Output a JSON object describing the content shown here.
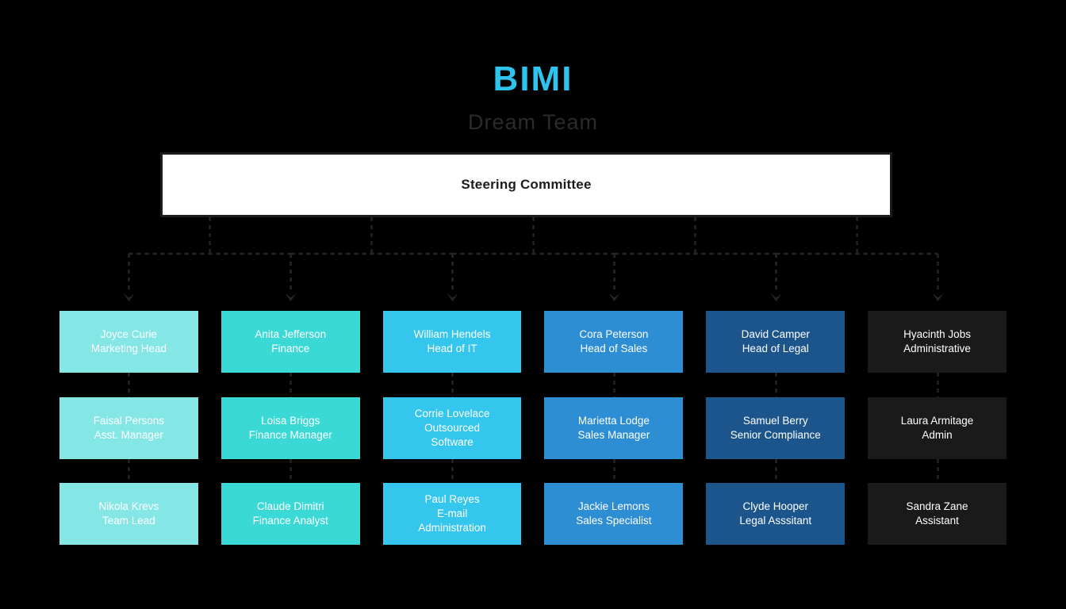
{
  "header": {
    "title": "BIMI",
    "subtitle": "Dream Team",
    "title_color": "#2ec4ef",
    "subtitle_color": "#2b2b2b"
  },
  "root": {
    "label": "Steering Committee",
    "background": "#ffffff",
    "border_color": "#1c1c1c",
    "text_color": "#1b1b1b"
  },
  "connector": {
    "color": "#262626",
    "style": "dashed",
    "arrow": "down-arrow"
  },
  "columns": [
    {
      "key": "marketing",
      "color": "#84e7e6",
      "cards": [
        {
          "name": "Joyce Curie",
          "lines": [
            "Joyce Curie",
            "Marketing Head"
          ]
        },
        {
          "name": "Faisal Persons",
          "lines": [
            "Faisal Persons",
            "Asst. Manager"
          ]
        },
        {
          "name": "Nikola Krevs",
          "lines": [
            "Nikola Krevs",
            "Team Lead"
          ]
        }
      ]
    },
    {
      "key": "finance",
      "color": "#3ad9d5",
      "cards": [
        {
          "name": "Anita Jefferson",
          "lines": [
            "Anita Jefferson",
            "Finance"
          ]
        },
        {
          "name": "Loisa Briggs",
          "lines": [
            "Loisa Briggs",
            "Finance Manager"
          ]
        },
        {
          "name": "Claude Dimitri",
          "lines": [
            "Claude Dimitri",
            "Finance Analyst"
          ]
        }
      ]
    },
    {
      "key": "it",
      "color": "#35c6ed",
      "cards": [
        {
          "name": "William Hendels",
          "lines": [
            "William Hendels",
            "Head of IT"
          ]
        },
        {
          "name": "Corrie Lovelace",
          "lines": [
            "Corrie Lovelace",
            "Outsourced",
            "Software"
          ]
        },
        {
          "name": "Paul Reyes",
          "lines": [
            "Paul Reyes",
            "E-mail",
            "Administration"
          ]
        }
      ]
    },
    {
      "key": "sales",
      "color": "#2e8ed4",
      "cards": [
        {
          "name": "Cora Peterson",
          "lines": [
            "Cora Peterson",
            "Head of Sales"
          ]
        },
        {
          "name": "Marietta Lodge",
          "lines": [
            "Marietta Lodge",
            "Sales Manager"
          ]
        },
        {
          "name": "Jackie Lemons",
          "lines": [
            "Jackie Lemons",
            "Sales Specialist"
          ]
        }
      ]
    },
    {
      "key": "legal",
      "color": "#1b558c",
      "cards": [
        {
          "name": "David Camper",
          "lines": [
            "David Camper",
            "Head of Legal"
          ]
        },
        {
          "name": "Samuel Berry",
          "lines": [
            "Samuel Berry",
            "Senior Compliance"
          ]
        },
        {
          "name": "Clyde Hooper",
          "lines": [
            "Clyde Hooper",
            "Legal Asssitant"
          ]
        }
      ]
    },
    {
      "key": "administrative",
      "color": "#1a1a1a",
      "cards": [
        {
          "name": "Hyacinth Jobs",
          "lines": [
            "Hyacinth Jobs",
            "Administrative"
          ]
        },
        {
          "name": "Laura Armitage",
          "lines": [
            "Laura Armitage",
            "Admin"
          ]
        },
        {
          "name": "Sandra Zane",
          "lines": [
            "Sandra Zane",
            "Assistant"
          ]
        }
      ]
    }
  ]
}
